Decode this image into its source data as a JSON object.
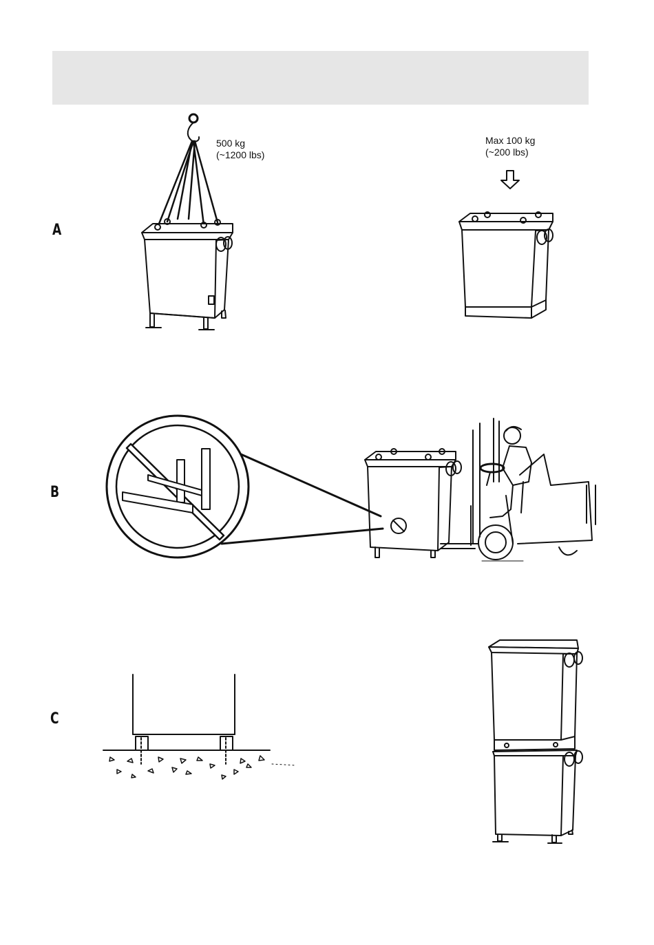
{
  "header": {
    "title": ""
  },
  "sections": {
    "a": {
      "letter": "A",
      "crane_load_line1": "500 kg",
      "crane_load_line2": "(~1200 lbs)",
      "top_load_line1": "Max 100 kg",
      "top_load_line2": "(~200 lbs)"
    },
    "b": {
      "letter": "B"
    },
    "c": {
      "letter": "C"
    }
  },
  "icons": {
    "crane": "crane-hook-icon",
    "arrow": "down-arrow-icon",
    "prohibited": "no-forklift-icon"
  },
  "colors": {
    "header_bg": "#e6e6e6",
    "ink": "#111111",
    "paper": "#ffffff"
  }
}
